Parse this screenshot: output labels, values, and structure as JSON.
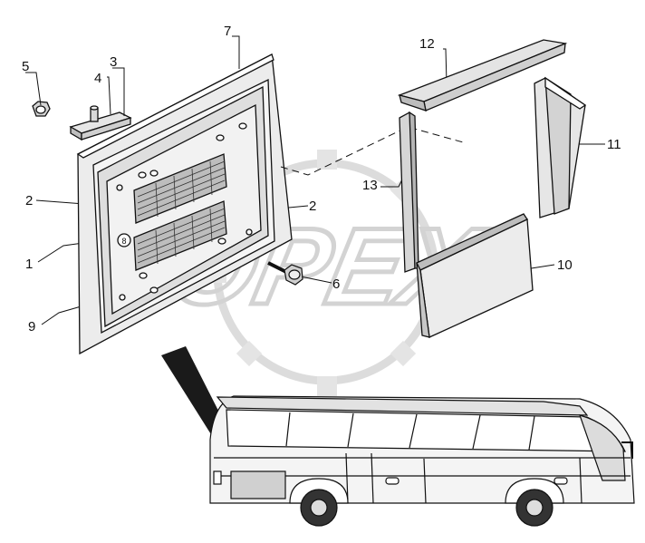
{
  "diagram": {
    "watermark": {
      "text": "OPEX",
      "color": "#d6d6d6"
    },
    "callouts": [
      {
        "id": "c5",
        "label": "5"
      },
      {
        "id": "c4",
        "label": "4"
      },
      {
        "id": "c3",
        "label": "3"
      },
      {
        "id": "c7",
        "label": "7"
      },
      {
        "id": "c12",
        "label": "12"
      },
      {
        "id": "c11",
        "label": "11"
      },
      {
        "id": "c13",
        "label": "13"
      },
      {
        "id": "c2a",
        "label": "2"
      },
      {
        "id": "c2b",
        "label": "2"
      },
      {
        "id": "c1",
        "label": "1"
      },
      {
        "id": "c10",
        "label": "10"
      },
      {
        "id": "c6",
        "label": "6"
      },
      {
        "id": "c9",
        "label": "9"
      }
    ],
    "colors": {
      "line": "#111111",
      "panel": "#e9e9e9",
      "shade": "#cfcfcf",
      "dark": "#222222"
    }
  }
}
